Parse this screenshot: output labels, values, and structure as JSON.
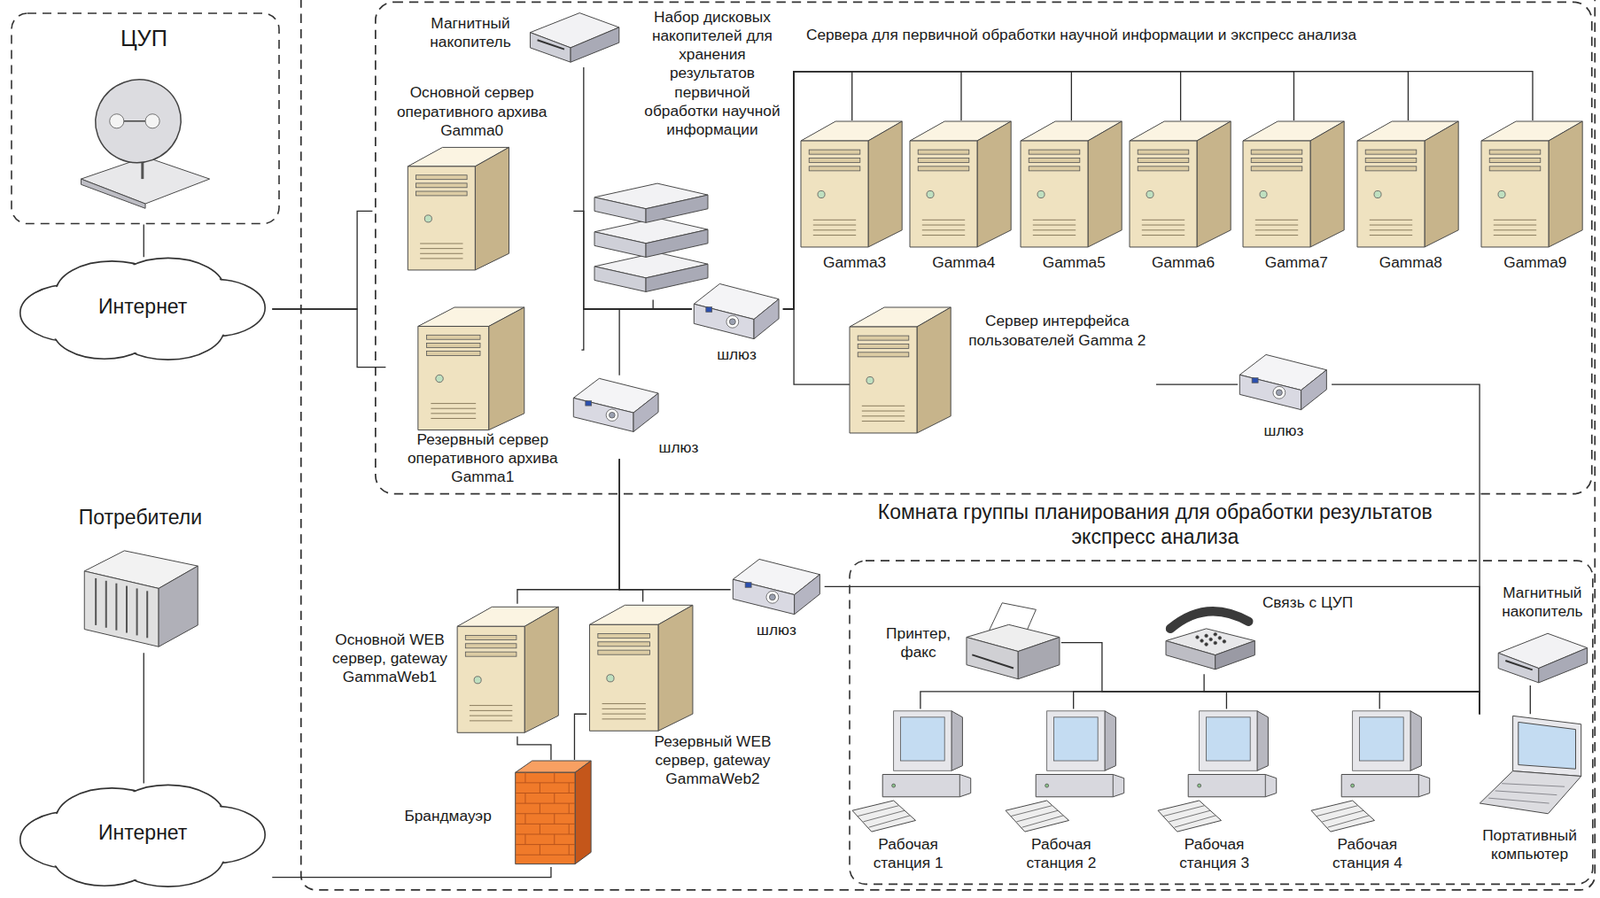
{
  "diagram": {
    "nodes": [
      {
        "text": [
          "ЦУП"
        ]
      },
      {
        "text": [
          "Интернет"
        ]
      },
      {
        "text": [
          "Магнитный накопитель"
        ]
      },
      {
        "text": [
          "Основной сервер оперативного архива Gamma0"
        ]
      },
      {
        "text": [
          "Набор дисковых накопителей для хранения результатов первичной обработки научной информации"
        ]
      },
      {
        "text": [
          "Gamma3"
        ]
      },
      {
        "text": [
          "Gamma4"
        ]
      },
      {
        "text": [
          "Gamma5"
        ]
      },
      {
        "text": [
          "Gamma6"
        ]
      },
      {
        "text": [
          "Gamma7"
        ]
      },
      {
        "text": [
          "Gamma8"
        ]
      },
      {
        "text": [
          "Gamma9"
        ]
      },
      {
        "text": [
          "шлюз"
        ]
      },
      {
        "text": [
          "Резервный сервер оперативного архива Gamma1"
        ]
      },
      {
        "text": [
          "шлюз"
        ]
      },
      {
        "text": [
          "Сервер интерфейса пользователей Gamma 2"
        ]
      },
      {
        "text": [
          "шлюз"
        ]
      },
      {
        "text": [
          "Потребители"
        ]
      },
      {
        "text": [
          "Комната группы планирования для обработки результатов экспресс анализа"
        ]
      },
      {
        "text": [
          "шлюз"
        ]
      },
      {
        "text": [
          "Связь с ЦУП"
        ],
        "in": 18
      },
      {
        "text": [
          "Принтер, факс"
        ],
        "in": 18
      },
      {
        "text": [
          "Магнитный накопитель"
        ],
        "in": 18
      },
      {
        "text": [
          "Основной WEB сервер, gateway GammaWeb1"
        ]
      },
      {
        "text": [
          "Резервный WEB сервер, gateway GammaWeb2"
        ]
      },
      {
        "text": [
          "Брандмауэр"
        ]
      },
      {
        "text": [
          "Рабочая станция 1"
        ],
        "in": 18
      },
      {
        "text": [
          "Рабочая станция 2"
        ],
        "in": 18
      },
      {
        "text": [
          "Рабочая станция 3"
        ],
        "in": 18
      },
      {
        "text": [
          "Рабочая станция 4"
        ],
        "in": 18
      },
      {
        "text": [
          "Портативный компьютер"
        ],
        "in": 18
      },
      {
        "text": [
          "Интернет"
        ]
      }
    ],
    "edges": [
      {
        "from": 0,
        "to": 1,
        "arrow": "none"
      },
      {
        "from": 1,
        "to": 3,
        "arrow": "none"
      },
      {
        "from": 1,
        "to": 13,
        "arrow": "none"
      },
      {
        "from": 3,
        "to": 12,
        "arrow": "none"
      },
      {
        "from": 13,
        "to": 12,
        "arrow": "none"
      },
      {
        "from": 2,
        "to": 12,
        "arrow": "none"
      },
      {
        "from": 4,
        "to": 12,
        "arrow": "none"
      },
      {
        "from": 12,
        "to": 5,
        "arrow": "none"
      },
      {
        "from": 12,
        "to": 6,
        "arrow": "none"
      },
      {
        "from": 12,
        "to": 7,
        "arrow": "none"
      },
      {
        "from": 12,
        "to": 8,
        "arrow": "none"
      },
      {
        "from": 12,
        "to": 9,
        "arrow": "none"
      },
      {
        "from": 12,
        "to": 10,
        "arrow": "none"
      },
      {
        "from": 12,
        "to": 11,
        "arrow": "none"
      },
      {
        "from": 12,
        "to": 15,
        "arrow": "none"
      },
      {
        "from": 15,
        "to": 16,
        "arrow": "none"
      },
      {
        "from": 16,
        "to": 30,
        "arrow": "none"
      },
      {
        "from": 14,
        "to": 12,
        "arrow": "none"
      },
      {
        "from": 14,
        "to": 23,
        "arrow": "none"
      },
      {
        "from": 14,
        "to": 24,
        "arrow": "none"
      },
      {
        "from": 14,
        "to": 19,
        "arrow": "none"
      },
      {
        "from": 19,
        "to": 30,
        "arrow": "none"
      },
      {
        "from": 26,
        "to": 30,
        "arrow": "none"
      },
      {
        "from": 27,
        "to": 30,
        "arrow": "none"
      },
      {
        "from": 28,
        "to": 30,
        "arrow": "none"
      },
      {
        "from": 29,
        "to": 30,
        "arrow": "none"
      },
      {
        "from": 21,
        "to": 30,
        "arrow": "none"
      },
      {
        "from": 20,
        "to": 30,
        "arrow": "none"
      },
      {
        "from": 22,
        "to": 30,
        "arrow": "none"
      },
      {
        "from": 23,
        "to": 25,
        "arrow": "none"
      },
      {
        "from": 24,
        "to": 25,
        "arrow": "none"
      },
      {
        "from": 25,
        "to": 31,
        "arrow": "none"
      },
      {
        "from": 17,
        "to": 31,
        "arrow": "none"
      }
    ],
    "labels": [
      "Сервера для первичной обработки научной информации и экспресс анализа"
    ]
  }
}
